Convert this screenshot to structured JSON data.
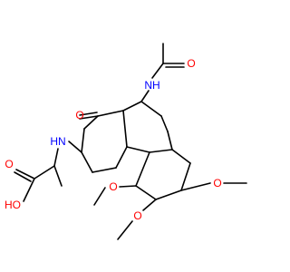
{
  "colors": {
    "bond": "#000000",
    "carbon": "#000000",
    "oxygen": "#ff0000",
    "nitrogen": "#0000ff"
  },
  "atoms": {
    "oxygen": "O",
    "nitrogen": "N",
    "hydrogen": "H",
    "hydroxyl": "OH",
    "hydroxyl_left": "HO",
    "amine": "NH",
    "amine_left": "HN"
  }
}
